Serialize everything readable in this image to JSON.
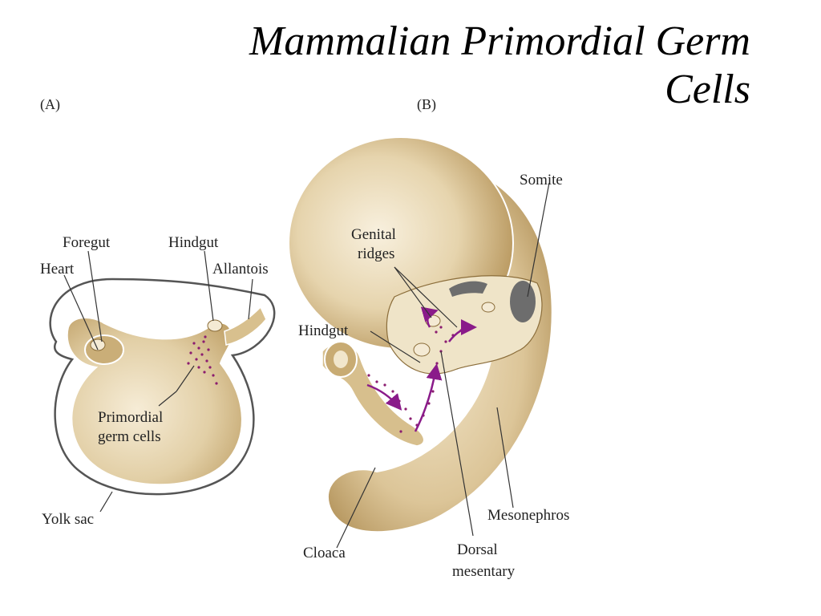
{
  "title": {
    "line1": "Mammalian Primordial Germ",
    "line2": "Cells"
  },
  "panel_a": {
    "label": "(A)",
    "foregut": "Foregut",
    "hindgut": "Hindgut",
    "heart": "Heart",
    "allantois": "Allantois",
    "pgc_line1": "Primordial",
    "pgc_line2": "germ cells",
    "yolk_sac": "Yolk sac"
  },
  "panel_b": {
    "label": "(B)",
    "somite": "Somite",
    "genital_line1": "Genital",
    "genital_line2": "ridges",
    "hindgut": "Hindgut",
    "mesonephros": "Mesonephros",
    "cloaca": "Cloaca",
    "dorsal_line1": "Dorsal",
    "dorsal_line2": "mesentary"
  },
  "colors": {
    "tissue_light": "#f2e6cc",
    "tissue_mid": "#dcc79c",
    "tissue_dark": "#b9995f",
    "germ_cells": "#8b1c6f",
    "arrow": "#8a1b8a",
    "somite": "#6d6d6d"
  }
}
